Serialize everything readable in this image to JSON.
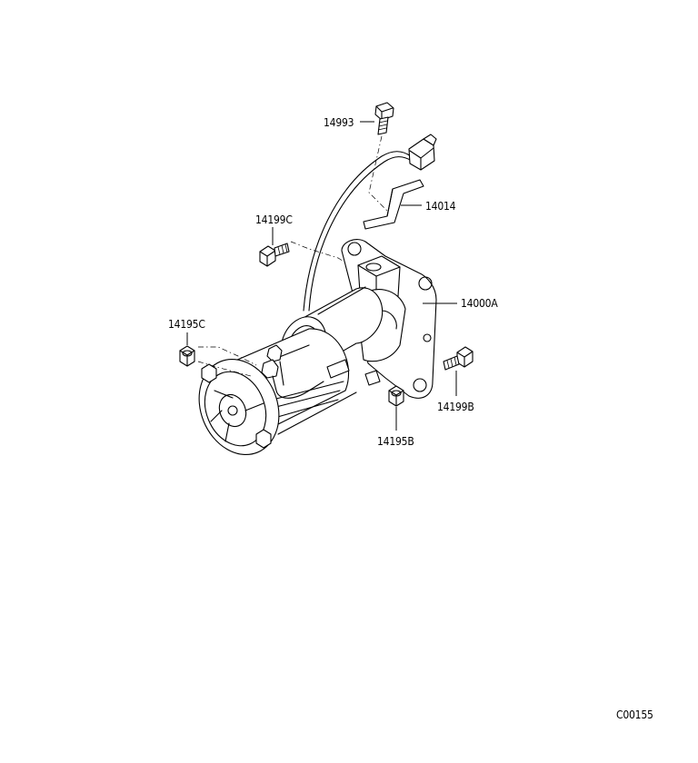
{
  "parts": {
    "p14993": "14993",
    "p14014": "14014",
    "p14199c": "14199C",
    "p14000a": "14000A",
    "p14195c": "14195C",
    "p14199b": "14199B",
    "p14195b": "14195B"
  },
  "figure_code": "C00155"
}
